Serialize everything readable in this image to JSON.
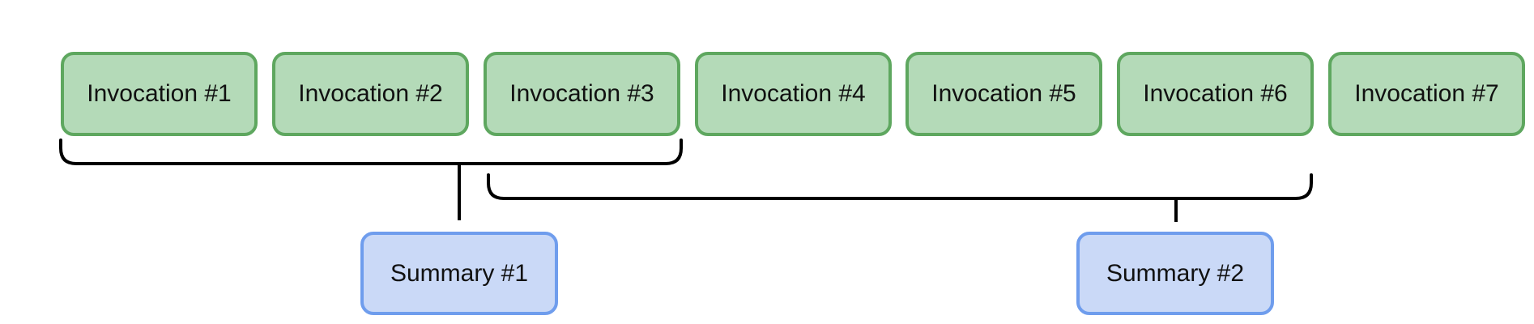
{
  "invocations": [
    {
      "label": "Invocation #1"
    },
    {
      "label": "Invocation #2"
    },
    {
      "label": "Invocation #3"
    },
    {
      "label": "Invocation #4"
    },
    {
      "label": "Invocation #5"
    },
    {
      "label": "Invocation #6"
    },
    {
      "label": "Invocation #7"
    }
  ],
  "summaries": [
    {
      "label": "Summary #1",
      "covers": [
        "Invocation #1",
        "Invocation #2",
        "Invocation #3"
      ]
    },
    {
      "label": "Summary #2",
      "covers": [
        "Invocation #3",
        "Invocation #4",
        "Invocation #5",
        "Invocation #6"
      ]
    }
  ],
  "colors": {
    "invocation_fill": "#b4dab8",
    "invocation_border": "#5ea75f",
    "summary_fill": "#cad9f7",
    "summary_border": "#6f9ded",
    "connector": "#000000"
  }
}
